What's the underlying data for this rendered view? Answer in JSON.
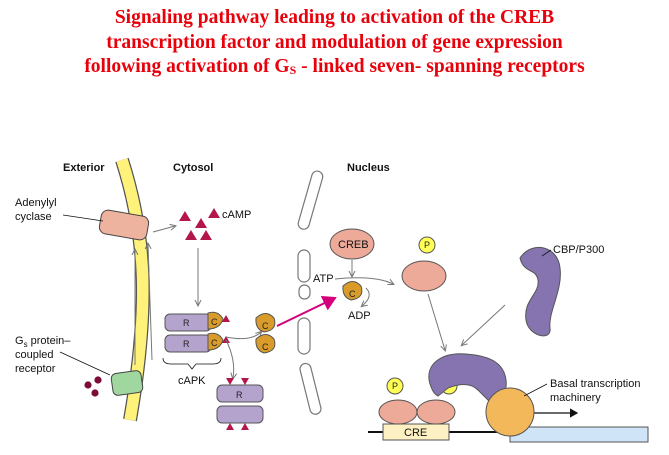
{
  "title": {
    "line1": "Signaling pathway leading to activation of the CREB",
    "line2": "transcription factor and modulation of gene expression",
    "line3_pre": "following activation of G",
    "line3_sub": "S",
    "line3_post": " - linked seven- spanning receptors"
  },
  "regions": {
    "exterior": "Exterior",
    "cytosol": "Cytosol",
    "nucleus": "Nucleus"
  },
  "labels": {
    "adenylyl_1": "Adenylyl",
    "adenylyl_2": "cyclase",
    "camp": "cAMP",
    "gs_1_pre": "G",
    "gs_1_sub": "s",
    "gs_1_post": " protein–",
    "gs_2": "coupled",
    "gs_3": "receptor",
    "capk": "cAPK",
    "creb": "CREB",
    "atp": "ATP",
    "adp": "ADP",
    "cbp": "CBP/P300",
    "basal_1": "Basal transcription",
    "basal_2": "machinery",
    "cre": "CRE",
    "r": "R",
    "c": "C",
    "p": "P"
  },
  "colors": {
    "title": "#e8000b",
    "membrane": "#fff27a",
    "cyclase": "#eeb39f",
    "receptor": "#9fd79f",
    "camp": "#b3164b",
    "subunit_r": "#b4a3cc",
    "subunit_c": "#d99b2a",
    "creb": "#eeaa98",
    "phosphate": "#ffff55",
    "cbp": "#8574b0",
    "basal": "#f2b85a",
    "cre_box": "#fdf0c2",
    "gene": "#cfe4f7",
    "activation_arrow": "#d4007a"
  }
}
